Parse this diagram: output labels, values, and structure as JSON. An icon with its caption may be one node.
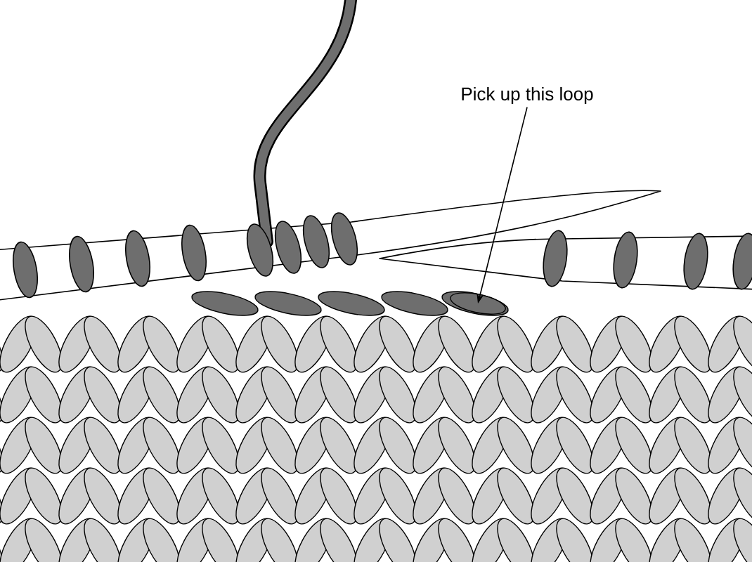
{
  "diagram": {
    "nodes": [
      {
        "text": [
          "Pick up this loop"
        ]
      },
      {
        "text": [],
        "shape": "picture"
      }
    ],
    "edges": [
      {
        "from": 0,
        "to": 1,
        "arrow": "to"
      }
    ]
  }
}
